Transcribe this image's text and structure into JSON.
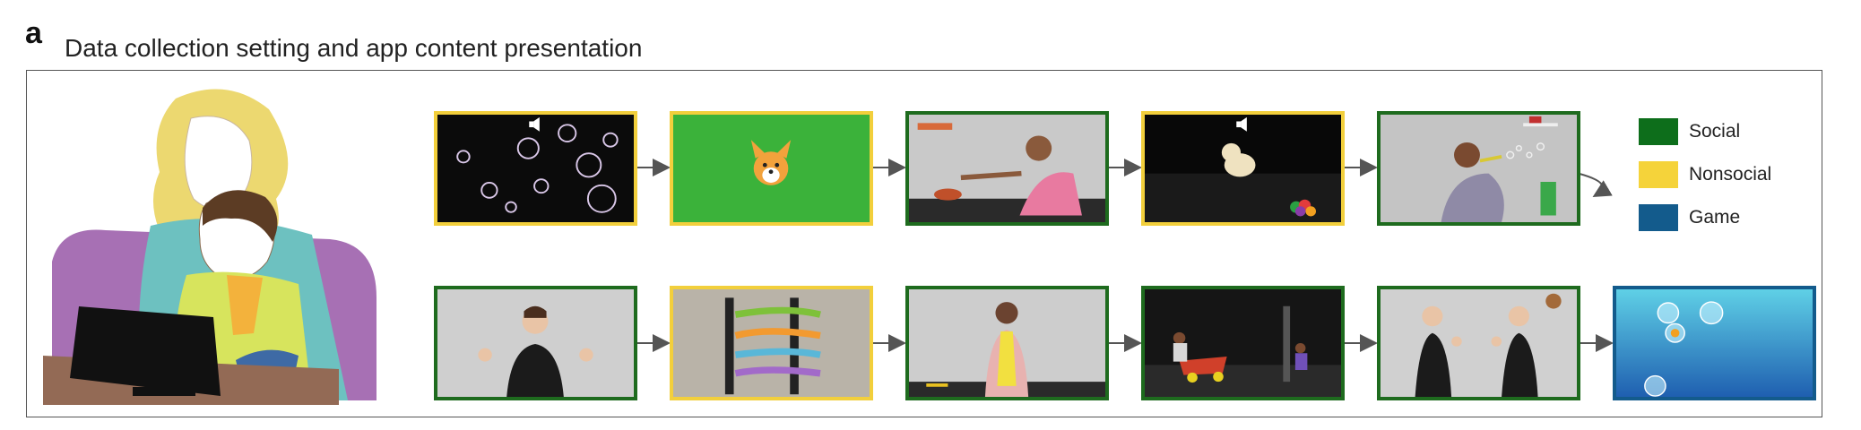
{
  "panel_label": "a",
  "title": "Data collection setting and app content presentation",
  "legend": [
    {
      "label": "Social",
      "color": "#0d6e1b"
    },
    {
      "label": "Nonsocial",
      "color": "#f5d33a"
    },
    {
      "label": "Game",
      "color": "#135b8c"
    }
  ],
  "row1": [
    {
      "type": "nonsocial",
      "scene": "bubbles-with-sound-icon"
    },
    {
      "type": "nonsocial",
      "scene": "puppy-face-emoji-on-green"
    },
    {
      "type": "social",
      "scene": "woman-spinning-top"
    },
    {
      "type": "nonsocial",
      "scene": "toy-dog-with-sound-icon"
    },
    {
      "type": "social",
      "scene": "man-blowing-bubbles"
    }
  ],
  "row2": [
    {
      "type": "social",
      "scene": "woman-gesturing"
    },
    {
      "type": "nonsocial",
      "scene": "toy-ramp-racer"
    },
    {
      "type": "social",
      "scene": "woman-with-tie"
    },
    {
      "type": "social",
      "scene": "children-playing-with-toy-cart"
    },
    {
      "type": "social",
      "scene": "two-women-waving"
    },
    {
      "type": "game",
      "scene": "bubble-popping-game"
    }
  ]
}
